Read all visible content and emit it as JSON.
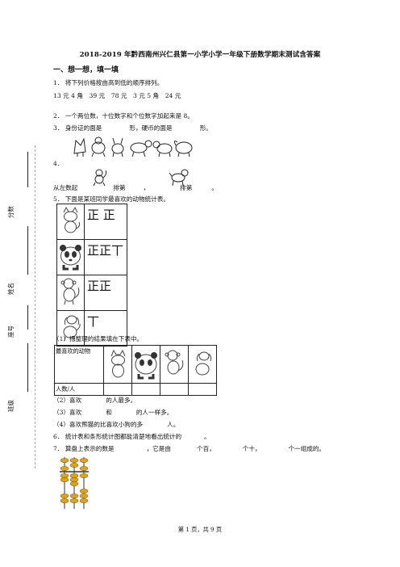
{
  "title": "2018-2019 年黔西南州兴仁县第一小学小学一年级下册数学期末测试含答案",
  "section1": "一、想一想，填一填",
  "q1": {
    "text": "1． 将下列价格按由高到低的顺序排列。",
    "prices": "13 元 4 角　39 元　78 元　3 元 5 角　24 元"
  },
  "q2": {
    "text": "2． 一个两位数，十位数字和个位数字加起来是 8。"
  },
  "q3": {
    "a": "3． 身份证的面是",
    "b": "形，硬币的面是",
    "c": "形。"
  },
  "q4": {
    "num": "4．",
    "a": "从左数起",
    "b": "排第",
    "c": "，",
    "d": "排第",
    "e": "。"
  },
  "q5": {
    "text": "5． 下面是某班同学最喜欢的动物统计表。",
    "tally": [
      {
        "animal": "cat",
        "marks": "正 正"
      },
      {
        "animal": "panda",
        "marks": "正正丅"
      },
      {
        "animal": "monkey",
        "marks": "正正"
      },
      {
        "animal": "dog",
        "marks": "丅"
      }
    ],
    "sub1": "（1）把整理的结果填在下表中。",
    "header_label": "最喜欢的动物",
    "count_label": "人数/人",
    "sub2a": "（2）喜欢",
    "sub2b": "的人最多。",
    "sub3a": "（3）喜欢",
    "sub3b": "和",
    "sub3c": "的人一样多。",
    "sub4a": "（4）喜欢熊猫的比喜欢小狗的多",
    "sub4b": "人。"
  },
  "q6": {
    "a": "6． 统计表和条形统计图都能清楚地看出统计的",
    "b": "。"
  },
  "q7": {
    "a": "7． 算盘上表示的数是",
    "b": "，它是由",
    "c": "个百，",
    "d": "个十，",
    "e": "个一组成的。"
  },
  "side_labels": {
    "score": "分数",
    "name": "姓名",
    "seat": "座号",
    "class": "班级"
  },
  "footer": "第 1 页，共 9 页",
  "colors": {
    "text": "#111111",
    "border": "#222222",
    "abacus_bead": "#d9a326",
    "abacus_rod": "#333333"
  }
}
